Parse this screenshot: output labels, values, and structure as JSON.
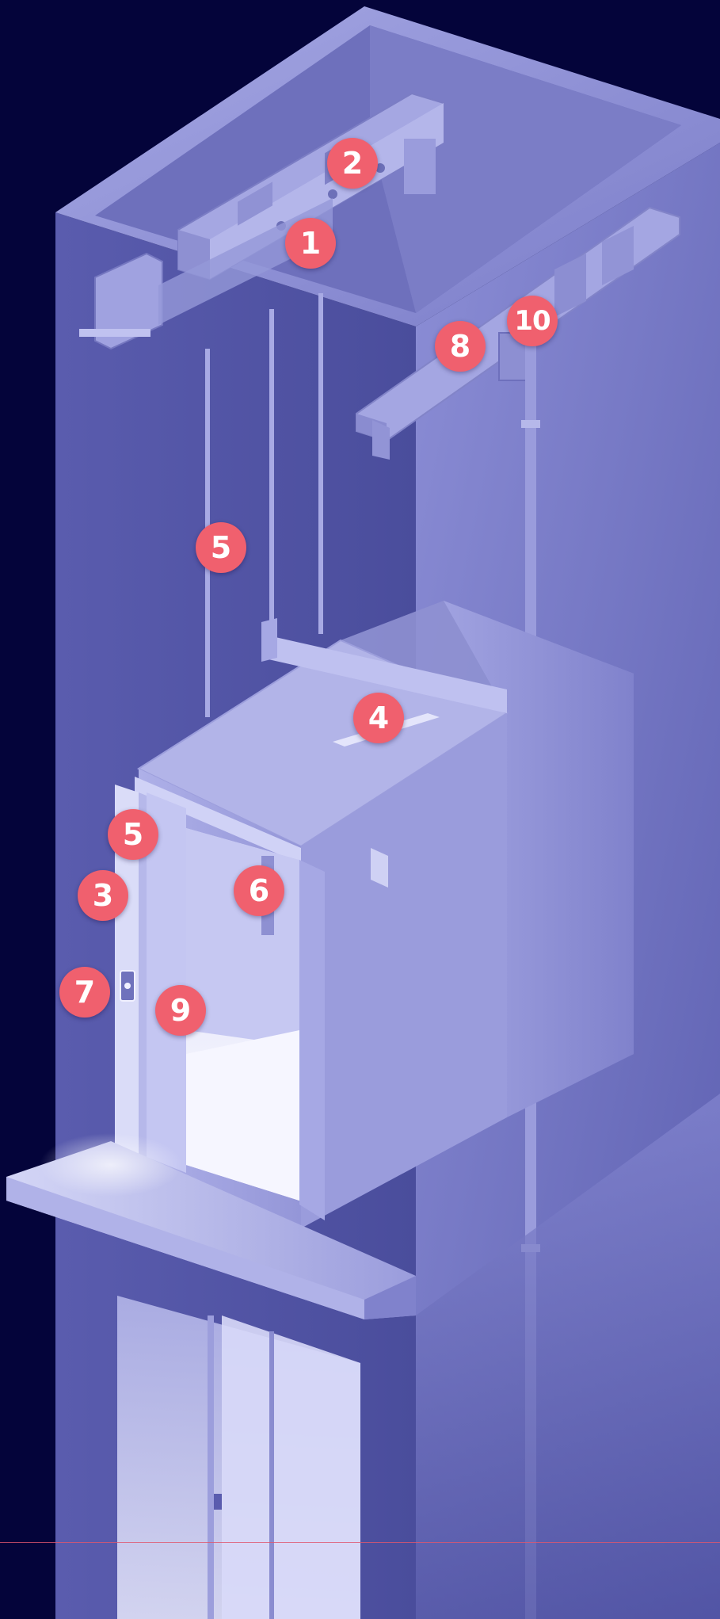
{
  "palette": {
    "background": "#04043a",
    "shaft_light": "#8e90d4",
    "shaft_mid": "#6a6cb8",
    "shaft_dark": "#3f4290",
    "car_light": "#c2c4f0",
    "interior_glow": "#f4f4ff",
    "marker": "#f0606e",
    "marker_text": "#ffffff",
    "guide_line": "#e0566e"
  },
  "markers": [
    {
      "id": "1",
      "label": "1",
      "points_to": "machine-frame"
    },
    {
      "id": "2",
      "label": "2",
      "points_to": "drive-machine"
    },
    {
      "id": "8",
      "label": "8",
      "points_to": "guide-rail-bracket-beam"
    },
    {
      "id": "10",
      "label": "10",
      "points_to": "rail-mounted-unit"
    },
    {
      "id": "5a",
      "label": "5",
      "points_to": "suspension-ropes"
    },
    {
      "id": "4",
      "label": "4",
      "points_to": "car-roof"
    },
    {
      "id": "5b",
      "label": "5",
      "points_to": "landing-door-frame-top"
    },
    {
      "id": "3",
      "label": "3",
      "points_to": "landing-door-frame"
    },
    {
      "id": "6",
      "label": "6",
      "points_to": "car-interior"
    },
    {
      "id": "7",
      "label": "7",
      "points_to": "call-button-panel"
    },
    {
      "id": "9",
      "label": "9",
      "points_to": "door-opening"
    }
  ]
}
